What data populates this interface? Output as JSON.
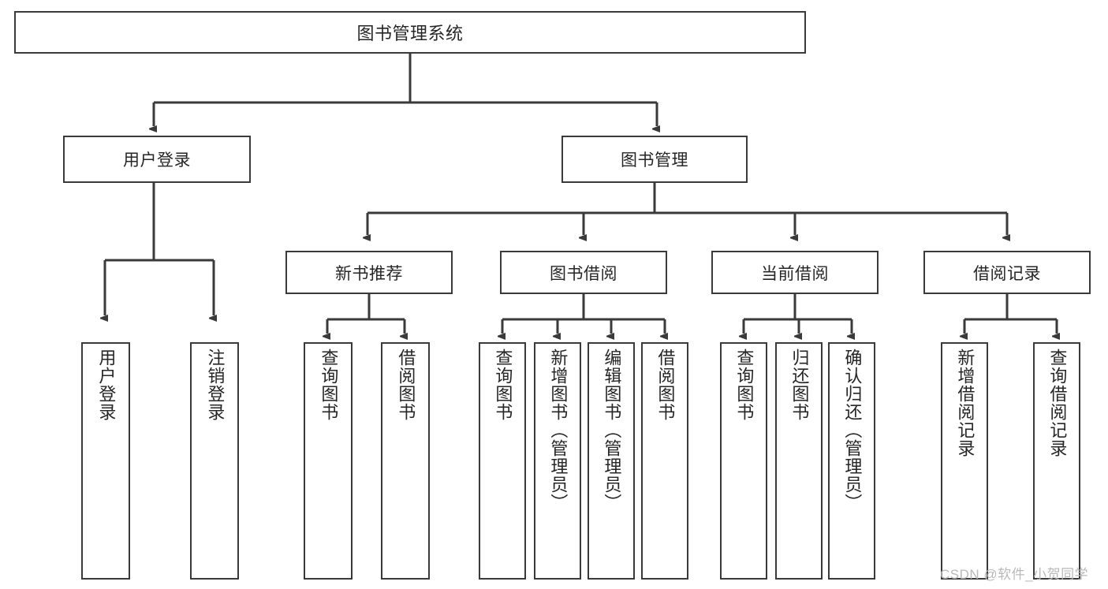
{
  "diagram": {
    "type": "tree-hierarchy",
    "title": "图书管理系统",
    "background_color": "#ffffff",
    "box_border_color": "#3a3a3a",
    "text_color": "#262626",
    "connector_color": "#3a3a3a"
  },
  "root": {
    "label": "图书管理系统"
  },
  "level2": [
    {
      "label": "用户登录"
    },
    {
      "label": "图书管理"
    }
  ],
  "level3": [
    {
      "label": "新书推荐"
    },
    {
      "label": "图书借阅"
    },
    {
      "label": "当前借阅"
    },
    {
      "label": "借阅记录"
    }
  ],
  "leaves": {
    "user_login": [
      {
        "label": "用户登录"
      },
      {
        "label": "注销登录"
      }
    ],
    "new_book_recommend": [
      {
        "label": "查询图书"
      },
      {
        "label": "借阅图书"
      }
    ],
    "book_borrow": [
      {
        "label": "查询图书"
      },
      {
        "label": "新增图书（管理员）"
      },
      {
        "label": "编辑图书（管理员）"
      },
      {
        "label": "借阅图书"
      }
    ],
    "current_borrow": [
      {
        "label": "查询图书"
      },
      {
        "label": "归还图书"
      },
      {
        "label": "确认归还（管理员）"
      }
    ],
    "borrow_record": [
      {
        "label": "新增借阅记录"
      },
      {
        "label": "查询借阅记录"
      }
    ]
  },
  "watermark": {
    "text": "CSDN @软件_小贺同学"
  }
}
